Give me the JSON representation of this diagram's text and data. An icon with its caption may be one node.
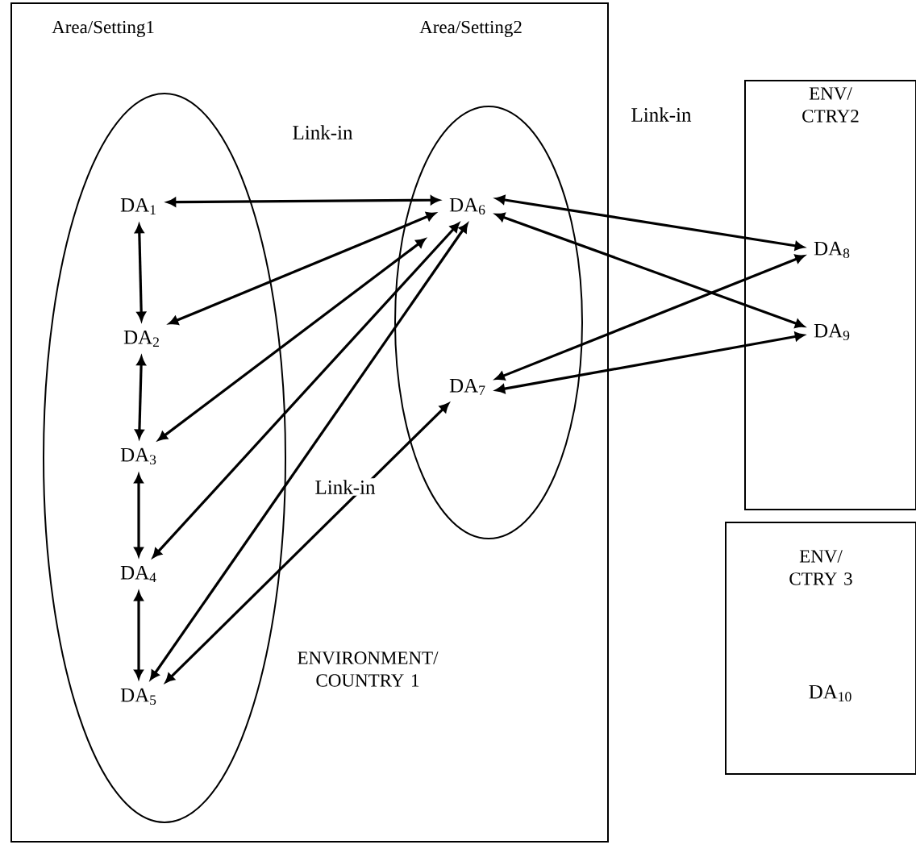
{
  "diagram": {
    "nodes": [
      {
        "text": [
          "ENVIRONMENT/ COUNTRY 1"
        ]
      },
      {
        "text": [
          "Area/Setting1"
        ],
        "in": 0
      },
      {
        "text": [
          "Area/Setting2"
        ],
        "in": 0
      },
      {
        "text": [
          "DA$_{1}$"
        ],
        "in": 1
      },
      {
        "text": [
          "DA$_{2}$"
        ],
        "in": 1
      },
      {
        "text": [
          "DA$_{3}$"
        ],
        "in": 1
      },
      {
        "text": [
          "DA$_{4}$"
        ],
        "in": 1
      },
      {
        "text": [
          "DA$_{5}$"
        ],
        "in": 1
      },
      {
        "text": [
          "DA$_{6}$"
        ],
        "in": 2
      },
      {
        "text": [
          "DA$_{7}$"
        ],
        "in": 2
      },
      {
        "text": [
          "ENV/ CTRY2"
        ]
      },
      {
        "text": [
          "DA$_{8}$"
        ],
        "in": 10
      },
      {
        "text": [
          "DA$_{9}$"
        ],
        "in": 10
      },
      {
        "text": [
          "ENV/ CTRY 3"
        ]
      },
      {
        "text": [
          "DA$_{10}$"
        ],
        "in": 13
      }
    ],
    "edges": [
      {
        "from": 3,
        "to": 4,
        "arrow": "both"
      },
      {
        "from": 4,
        "to": 5,
        "arrow": "both"
      },
      {
        "from": 5,
        "to": 6,
        "arrow": "both"
      },
      {
        "from": 6,
        "to": 7,
        "arrow": "both"
      },
      {
        "from": 3,
        "to": 8,
        "arrow": "both"
      },
      {
        "from": 4,
        "to": 8,
        "arrow": "both"
      },
      {
        "from": 5,
        "to": 8,
        "arrow": "both"
      },
      {
        "from": 6,
        "to": 8,
        "arrow": "both"
      },
      {
        "from": 7,
        "to": 8,
        "arrow": "both"
      },
      {
        "from": 7,
        "to": 9,
        "arrow": "both"
      },
      {
        "from": 8,
        "to": 11,
        "arrow": "both"
      },
      {
        "from": 8,
        "to": 12,
        "arrow": "both"
      },
      {
        "from": 9,
        "to": 11,
        "arrow": "both"
      },
      {
        "from": 9,
        "to": 12,
        "arrow": "both"
      }
    ],
    "labels": [
      "Link-in",
      "Link-in",
      "Link-in"
    ]
  }
}
